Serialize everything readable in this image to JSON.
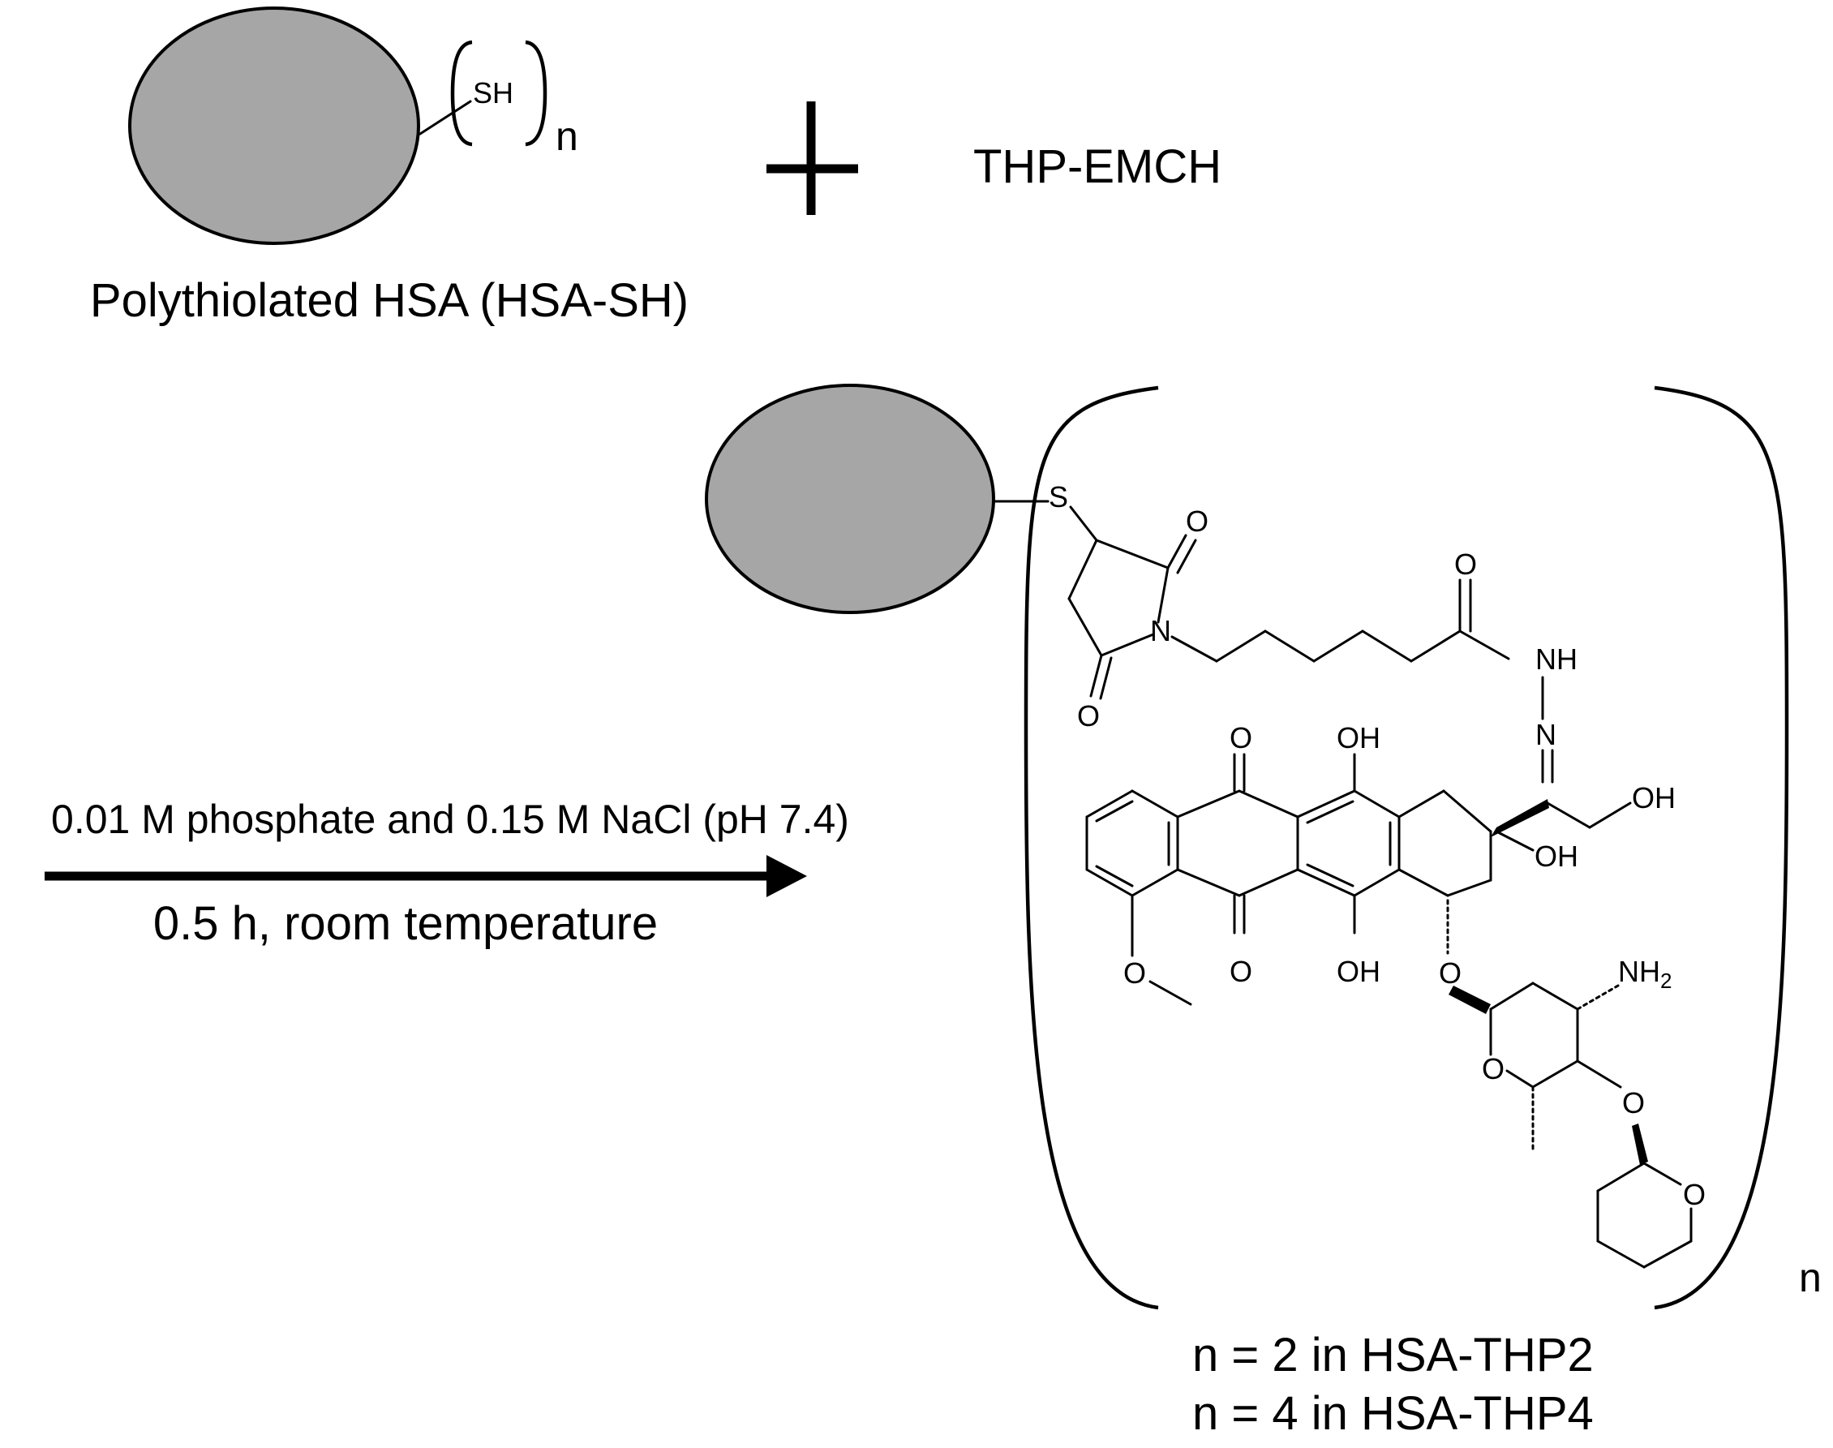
{
  "reactant": {
    "group_label": "SH",
    "repeat_index": "n",
    "name": "Polythiolated HSA (HSA-SH)"
  },
  "plus_sign": "+",
  "reagent": "THP-EMCH",
  "conditions": {
    "above_arrow": "0.01 M phosphate and 0.15 M NaCl (pH 7.4)",
    "below_arrow": "0.5 h, room temperature"
  },
  "product": {
    "repeat_index": "n",
    "atoms": {
      "s": "S",
      "o_succ_top": "O",
      "o_succ_bottom": "O",
      "n_imide": "N",
      "o_amide": "O",
      "nh": "NH",
      "n_hydrazone": "N",
      "o_quinone_top": "O",
      "oh_top": "OH",
      "oh_side": "OH",
      "oh_c9": "OH",
      "o_methoxy": "O",
      "o_quinone_bottom": "O",
      "oh_bottom": "OH",
      "o_glycoside": "O",
      "nh2": "NH",
      "nh2_sub": "2",
      "o_sugar_ring": "O",
      "o_sugar_thp": "O",
      "o_thp_ring": "O"
    },
    "legend": [
      "n = 2 in HSA-THP2",
      "n = 4 in HSA-THP4"
    ]
  },
  "colors": {
    "ellipse_fill": "#a6a6a6",
    "line": "#000000"
  }
}
